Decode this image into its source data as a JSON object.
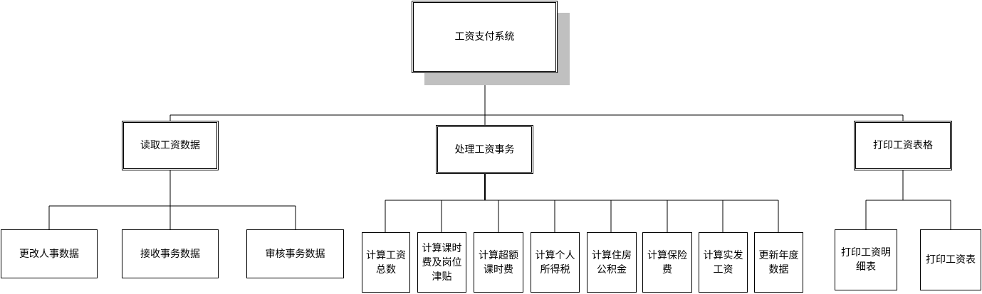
{
  "root": {
    "label": "工资支付系统"
  },
  "level1": [
    {
      "label": "读取工资数据"
    },
    {
      "label": "处理工资事务"
    },
    {
      "label": "打印工资表格"
    }
  ],
  "read_children": [
    {
      "label": "更改人事数据"
    },
    {
      "label": "接收事务数据"
    },
    {
      "label": "审核事务数据"
    }
  ],
  "process_children": [
    {
      "label": "计算工资总数"
    },
    {
      "label": "计算课时费及岗位津贴"
    },
    {
      "label": "计算超额课时费"
    },
    {
      "label": "计算个人所得税"
    },
    {
      "label": "计算住房公积金"
    },
    {
      "label": "计算保险费"
    },
    {
      "label": "计算实发工资"
    },
    {
      "label": "更新年度数据"
    }
  ],
  "print_children": [
    {
      "label": "打印工资明细表"
    },
    {
      "label": "打印工资表"
    }
  ]
}
